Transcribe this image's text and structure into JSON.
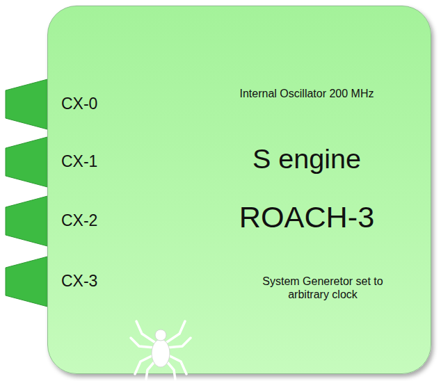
{
  "diagram": {
    "nodes": [
      {
        "text": [
          "Internal Oscillator 200 MHz",
          "S engine",
          "ROACH-3",
          "System Generetor set to arbitrary clock"
        ]
      }
    ],
    "labels": [
      "CX-0",
      "CX-1",
      "CX-2",
      "CX-3"
    ]
  }
}
